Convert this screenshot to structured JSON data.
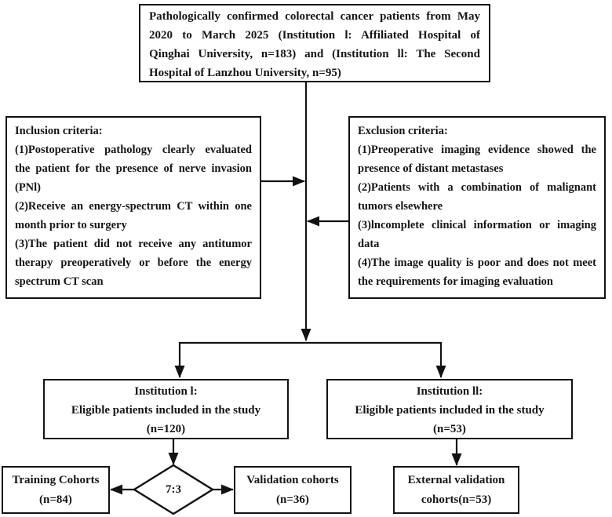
{
  "figure": {
    "background_color": "#ffffff",
    "line_color": "#121212",
    "text_color": "#151515",
    "nodes": {
      "top": {
        "lines": [
          {
            "t": "Pathologically confirmed colorectal cancer patients from May",
            "j": true
          },
          {
            "t": "2020 to March 2025 (Institution l: Affiliated Hospital of",
            "j": true
          },
          {
            "t": "Qinghai University, n=183) and (Institution ll: The Second",
            "j": true
          },
          {
            "t": "Hospital of Lanzhou University, n=95)",
            "j": false
          }
        ]
      },
      "inclusion": {
        "lines": [
          {
            "t": "Inclusion criteria:",
            "j": false
          },
          {
            "t": "(1)Postoperative pathology clearly evaluated",
            "j": true
          },
          {
            "t": "the patient for the presence of nerve invasion",
            "j": true
          },
          {
            "t": "(PNl)",
            "j": false
          },
          {
            "t": "(2)Receive an energy-spectrum CT within one",
            "j": true
          },
          {
            "t": "month prior to surgery",
            "j": false
          },
          {
            "t": "(3)The patient did not receive any antitumor",
            "j": true
          },
          {
            "t": "therapy preoperatively or before the energy",
            "j": true
          },
          {
            "t": "spectrum CT scan",
            "j": false
          }
        ]
      },
      "exclusion": {
        "lines": [
          {
            "t": "Exclusion criteria:",
            "j": false
          },
          {
            "t": "(1)Preoperative imaging evidence showed the",
            "j": true
          },
          {
            "t": "presence of distant metastases",
            "j": false
          },
          {
            "t": "(2)Patients with a combination of malignant",
            "j": true
          },
          {
            "t": "tumors elsewhere",
            "j": false
          },
          {
            "t": "(3)lncomplete clinical information or imaging",
            "j": true
          },
          {
            "t": "data",
            "j": false
          },
          {
            "t": "(4)The image quality is poor and does not meet",
            "j": true
          },
          {
            "t": "the requirements for imaging evaluation",
            "j": false
          }
        ]
      },
      "institution1": {
        "lines": [
          {
            "t": "Institution l:",
            "j": false
          },
          {
            "t": "Eligible patients included in the study",
            "j": false
          },
          {
            "t": "(n=120)",
            "j": false
          }
        ]
      },
      "institution2": {
        "lines": [
          {
            "t": "Institution ll:",
            "j": false
          },
          {
            "t": "Eligible patients included in the study",
            "j": false
          },
          {
            "t": "(n=53)",
            "j": false
          }
        ]
      },
      "training": {
        "lines": [
          {
            "t": "Training Cohorts",
            "j": false
          },
          {
            "t": "(n=84)",
            "j": false
          }
        ]
      },
      "validation": {
        "lines": [
          {
            "t": "Validation cohorts",
            "j": false
          },
          {
            "t": "(n=36)",
            "j": false
          }
        ]
      },
      "external": {
        "lines": [
          {
            "t": "External validation",
            "j": false
          },
          {
            "t": "cohorts(n=53)",
            "j": false
          }
        ]
      },
      "split_ratio": "7:3"
    }
  }
}
